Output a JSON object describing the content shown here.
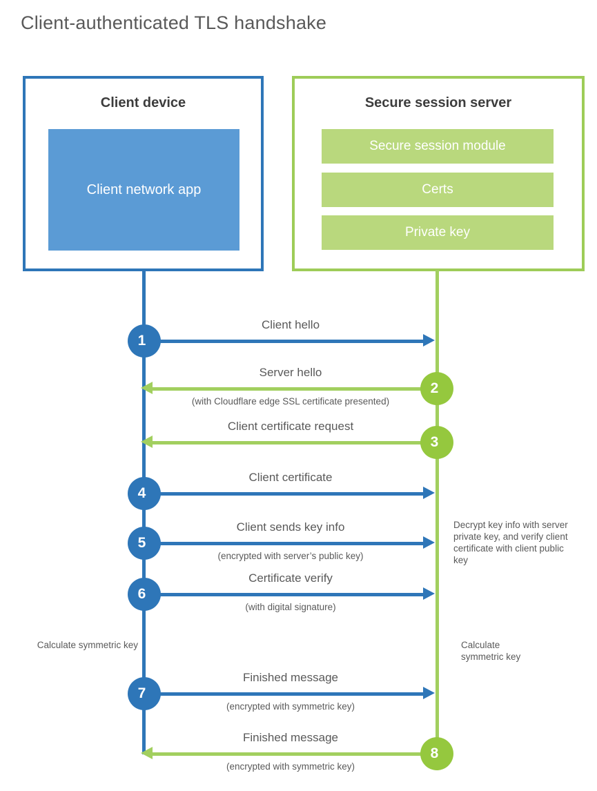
{
  "title": "Client-authenticated TLS handshake",
  "colors": {
    "blue": "#2e76b8",
    "light_blue": "#5b9bd5",
    "green": "#95c83e",
    "green_line": "#a2cf5f",
    "green_border": "#9ecc58",
    "light_green": "#b9d87d"
  },
  "client_box": {
    "title": "Client device",
    "app_label": "Client network app"
  },
  "server_box": {
    "title": "Secure session server",
    "modules": [
      "Secure session module",
      "Certs",
      "Private key"
    ]
  },
  "steps": [
    {
      "num": "1",
      "direction": "client-to-server",
      "label": "Client hello",
      "sublabel": ""
    },
    {
      "num": "2",
      "direction": "server-to-client",
      "label": "Server hello",
      "sublabel": "(with Cloudflare edge SSL certificate presented)"
    },
    {
      "num": "3",
      "direction": "server-to-client",
      "label": "Client certificate request",
      "sublabel": ""
    },
    {
      "num": "4",
      "direction": "client-to-server",
      "label": "Client certificate",
      "sublabel": ""
    },
    {
      "num": "5",
      "direction": "client-to-server",
      "label": "Client sends key info",
      "sublabel": "(encrypted with server’s public key)"
    },
    {
      "num": "6",
      "direction": "client-to-server",
      "label": "Certificate verify",
      "sublabel": "(with digital signature)"
    },
    {
      "num": "7",
      "direction": "client-to-server",
      "label": "Finished message",
      "sublabel": "(encrypted with symmetric key)"
    },
    {
      "num": "8",
      "direction": "server-to-client",
      "label": "Finished message",
      "sublabel": "(encrypted with symmetric key)"
    }
  ],
  "annotations": {
    "decrypt_note": "Decrypt key info with server private key, and verify client certificate with client public key",
    "calc_left": "Calculate symmetric key",
    "calc_right": "Calculate symmetric key"
  }
}
